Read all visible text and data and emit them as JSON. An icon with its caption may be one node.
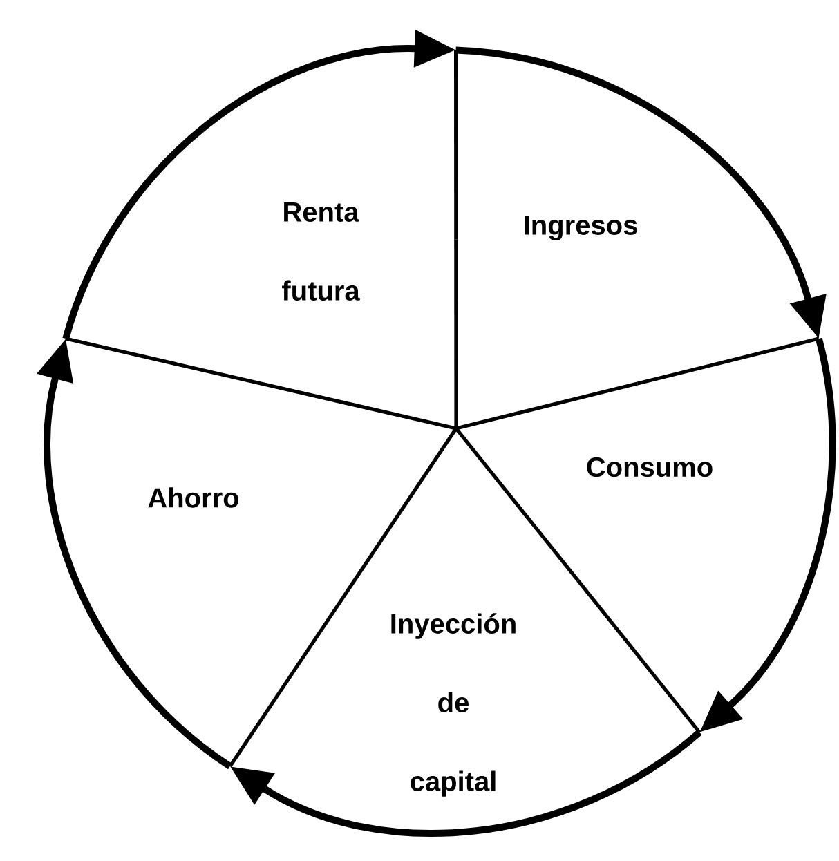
{
  "diagram": {
    "nodes": [
      {
        "text": [
          "Renta futura"
        ]
      },
      {
        "text": [
          "Ingresos"
        ]
      },
      {
        "text": [
          "Consumo"
        ]
      },
      {
        "text": [
          "Inyección de capital"
        ]
      },
      {
        "text": [
          "Ahorro"
        ]
      }
    ],
    "edges": [
      {
        "from": 0,
        "to": 1,
        "arrow": "to"
      },
      {
        "from": 1,
        "to": 2,
        "arrow": "to"
      },
      {
        "from": 2,
        "to": 3,
        "arrow": "to"
      },
      {
        "from": 3,
        "to": 4,
        "arrow": "to"
      },
      {
        "from": 4,
        "to": 0,
        "arrow": "to"
      }
    ]
  }
}
